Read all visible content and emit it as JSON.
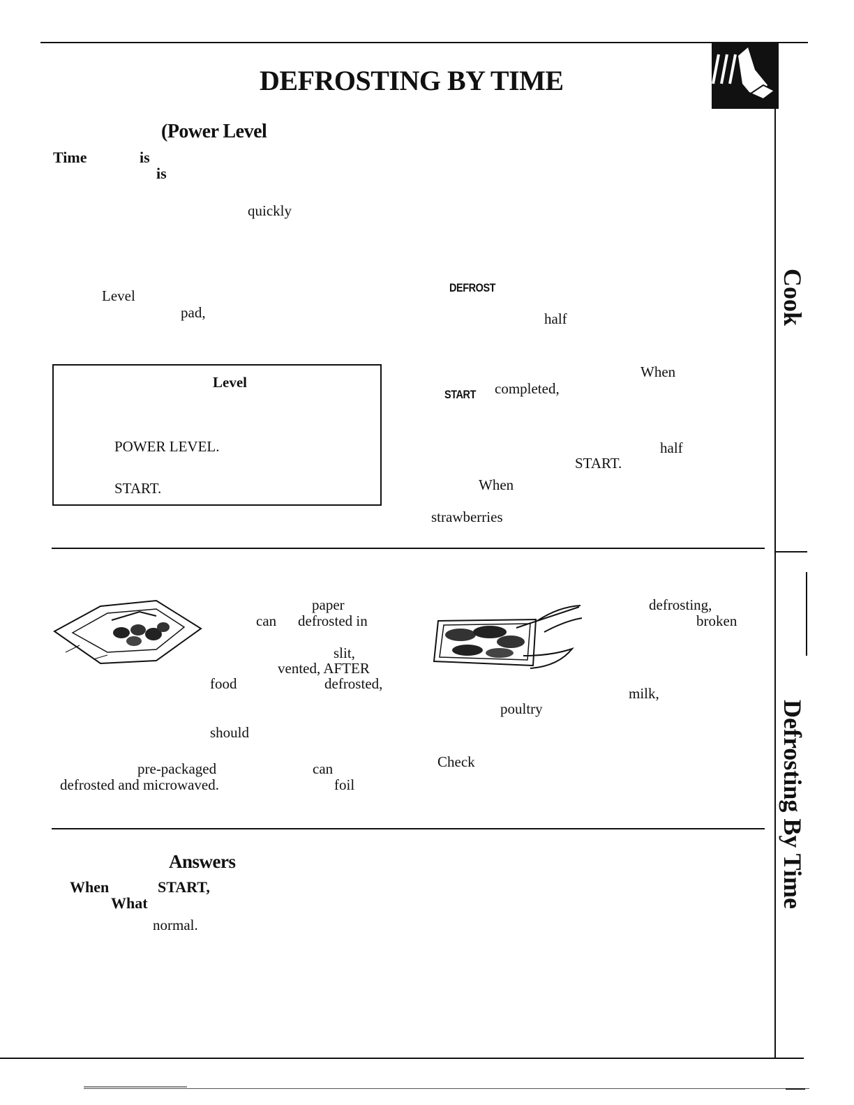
{
  "header": {
    "title": "DEFROSTING BY TIME"
  },
  "intro": {
    "heading": "(Power Level",
    "w_time": "Time",
    "w_is1": "is",
    "w_is2": "is",
    "w_quickly": "quickly"
  },
  "body": {
    "w_level": "Level",
    "w_pad": "pad,",
    "w_defrost": "DEFROST",
    "w_half1": "half",
    "w_when1": "When",
    "w_start_key": "START",
    "w_completed": "completed,",
    "w_half2": "half",
    "w_start2": "START.",
    "w_when2": "When",
    "w_strawberries": "strawberries"
  },
  "steps_box": {
    "w_level": "Level",
    "w_power_level": "POWER LEVEL.",
    "w_start": "START."
  },
  "tips": {
    "left": {
      "w_paper": "paper",
      "w_can": "can",
      "w_defrosted_in": "defrosted in",
      "w_slit": "slit,",
      "w_vented_after": "vented, AFTER",
      "w_food": "food",
      "w_defrosted": "defrosted,",
      "w_should": "should",
      "w_prepackaged": "pre-packaged",
      "w_can2": "can",
      "w_defrosted_microwaved": "defrosted and microwaved.",
      "w_foil": "foil"
    },
    "right": {
      "w_defrosting": "defrosting,",
      "w_broken": "broken",
      "w_milk": "milk,",
      "w_poultry": "poultry",
      "w_check": "Check"
    }
  },
  "qa": {
    "heading": "Answers",
    "w_when": "When",
    "w_start": "START,",
    "w_what": "What",
    "w_normal": "normal."
  },
  "side_tabs": {
    "cook": "Cook",
    "defrosting": "Defrosting By Time"
  }
}
